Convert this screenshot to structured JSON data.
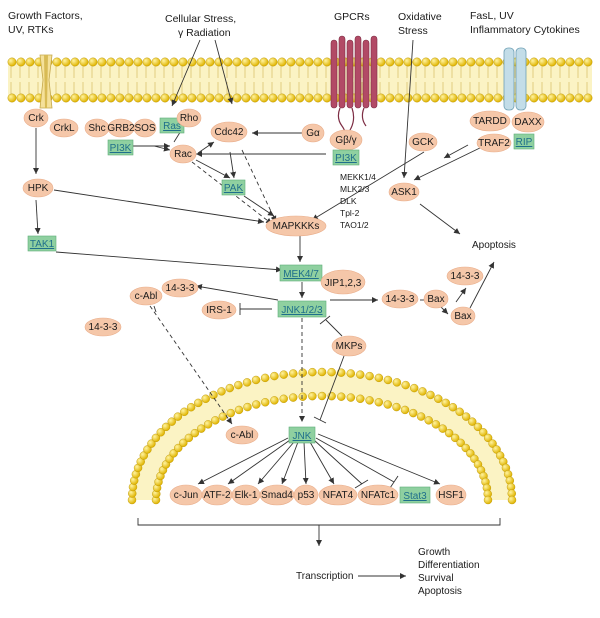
{
  "top_labels": {
    "growth_l1": "Growth Factors,",
    "growth_l2": "UV, RTKs",
    "stress_l1": "Cellular Stress,",
    "stress_l2": "γ Radiation",
    "gpcrs": "GPCRs",
    "oxid_l1": "Oxidative",
    "oxid_l2": "Stress",
    "fasl_l1": "FasL, UV",
    "fasl_l2": "Inflammatory Cytokines"
  },
  "nodes": {
    "crk": "Crk",
    "crkl": "CrkL",
    "shc": "Shc",
    "grb2": "GRB2",
    "sos": "SOS",
    "ras": "Ras",
    "pi3k_left": "PI3K",
    "rho": "Rho",
    "rac": "Rac",
    "cdc42": "Cdc42",
    "galpha": "Gα",
    "gbg": "Gβ/γ",
    "pi3k_right": "PI3K",
    "tardd": "TARDD",
    "daxx": "DAXX",
    "traf2": "TRAF2",
    "rip": "RIP",
    "gck": "GCK",
    "ask1": "ASK1",
    "hpk": "HPK",
    "tak1": "TAK1",
    "pak": "PAK",
    "mapkkks": "MAPKKKs",
    "mek47": "MEK4/7",
    "jip": "JIP1,2,3",
    "jnk123": "JNK1/2/3",
    "irs1": "IRS-1",
    "cabl_top": "c-Abl",
    "ff33_top": "14-3-3",
    "ff33_left": "14-3-3",
    "ff33_mid": "14-3-3",
    "bax_mid": "Bax",
    "ff33_right": "14-3-3",
    "bax_right": "Bax",
    "mkps": "MKPs",
    "cabl_nuc": "c-Abl",
    "jnk": "JNK",
    "cjun": "c-Jun",
    "atf2": "ATF-2",
    "elk1": "Elk-1",
    "smad4": "Smad4",
    "p53": "p53",
    "nfat4": "NFAT4",
    "nfatc1": "NFATc1",
    "stat3": "Stat3",
    "hsf1": "HSF1"
  },
  "mapkkk_list": [
    "MEKK1/4",
    "MLK2/3",
    "DLK",
    "Tpl-2",
    "TAO1/2"
  ],
  "apoptosis": "Apoptosis",
  "transcription": "Transcription",
  "outcomes": [
    "Growth",
    "Differentiation",
    "Survival",
    "Apoptosis"
  ]
}
